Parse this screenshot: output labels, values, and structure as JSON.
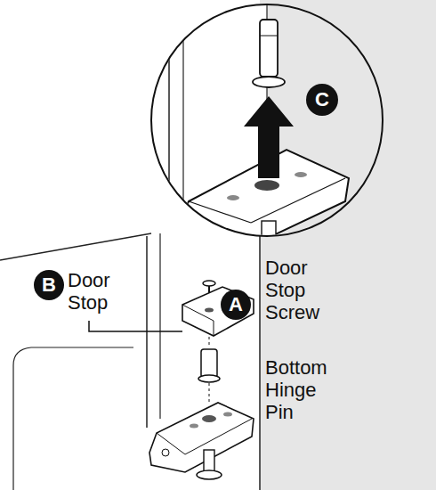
{
  "diagram": {
    "nodes": [
      {
        "text": [
          "C"
        ]
      },
      {
        "text": [
          "B"
        ]
      },
      {
        "text": [
          "A"
        ]
      }
    ],
    "labels": [
      "Door Stop",
      "Door Stop Screw",
      "Bottom Hinge Pin"
    ]
  }
}
